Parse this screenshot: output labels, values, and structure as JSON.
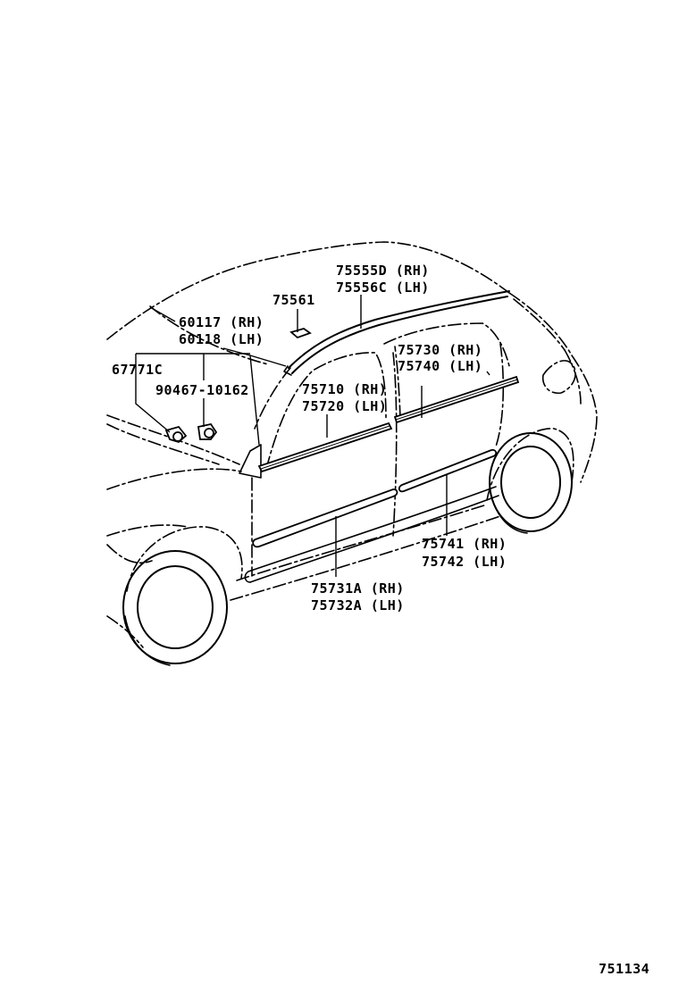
{
  "diagram": {
    "labels": {
      "p75555d": "75555D (RH)",
      "p75556c": "75556C (LH)",
      "p75561": "75561",
      "p60117": "60117 (RH)",
      "p60118": "60118 (LH)",
      "p67771c": "67771C",
      "p90467": "90467-10162",
      "p75710": "75710 (RH)",
      "p75720": "75720 (LH)",
      "p75730": "75730 (RH)",
      "p75740": "75740 (LH)",
      "p75741": "75741 (RH)",
      "p75742": "75742 (LH)",
      "p75731a": "75731A (RH)",
      "p75732a": "75732A (LH)"
    },
    "figure_number": "751134"
  }
}
